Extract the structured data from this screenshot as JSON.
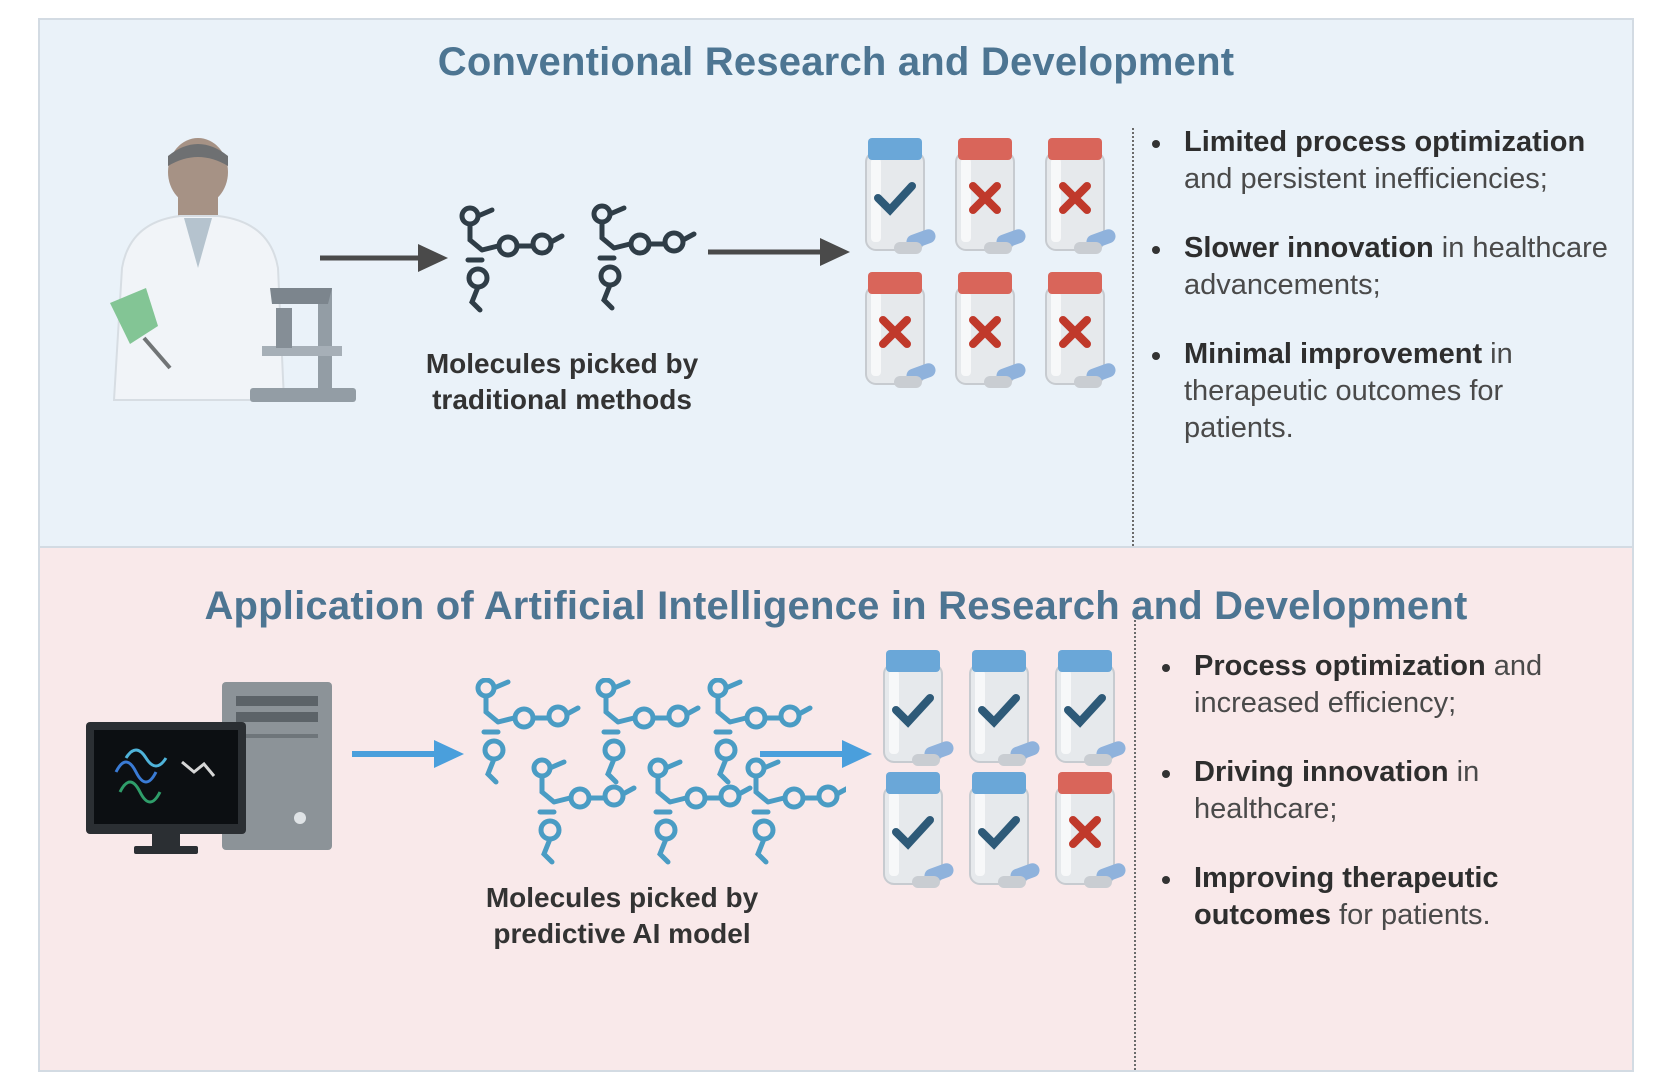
{
  "colors": {
    "top_panel_bg": "#eaf2f9",
    "bottom_panel_bg": "#f9e9ea",
    "title_color": "#4d7592",
    "molecule_top": "#2f3d47",
    "molecule_bottom": "#4a9cc4",
    "arrow_top": "#4a4a4a",
    "arrow_bottom": "#4a9fdc",
    "cap_success": "#6aa7d8",
    "cap_fail": "#d9655a",
    "check": "#2e5a78",
    "cross": "#c0392b"
  },
  "conventional": {
    "title": "Conventional Research and Development",
    "caption_line1": "Molecules picked by",
    "caption_line2": "traditional methods",
    "icons": [
      "scientist-with-microscope-icon",
      "molecule-icon",
      "pill-bottle-icon"
    ],
    "bottles": [
      "success",
      "fail",
      "fail",
      "fail",
      "fail",
      "fail"
    ],
    "bullets": [
      {
        "bold": "Limited process optimization",
        "rest": " and persistent inefficiencies;"
      },
      {
        "bold": "Slower innovation",
        "rest": " in healthcare advancements;"
      },
      {
        "bold": "Minimal improvement",
        "rest": " in therapeutic outcomes for patients."
      }
    ]
  },
  "ai": {
    "title": "Application of Artificial Intelligence in Research and Development",
    "caption_line1": "Molecules picked by",
    "caption_line2": "predictive AI model",
    "icons": [
      "computer-icon",
      "molecule-icon",
      "pill-bottle-icon"
    ],
    "bottles": [
      "success",
      "success",
      "success",
      "success",
      "success",
      "fail"
    ],
    "bullets": [
      {
        "bold": "Process optimization",
        "rest": " and increased efficiency;"
      },
      {
        "bold": "Driving innovation",
        "rest": " in healthcare;"
      },
      {
        "bold": "Improving therapeutic outcomes",
        "rest": " for patients."
      }
    ]
  }
}
